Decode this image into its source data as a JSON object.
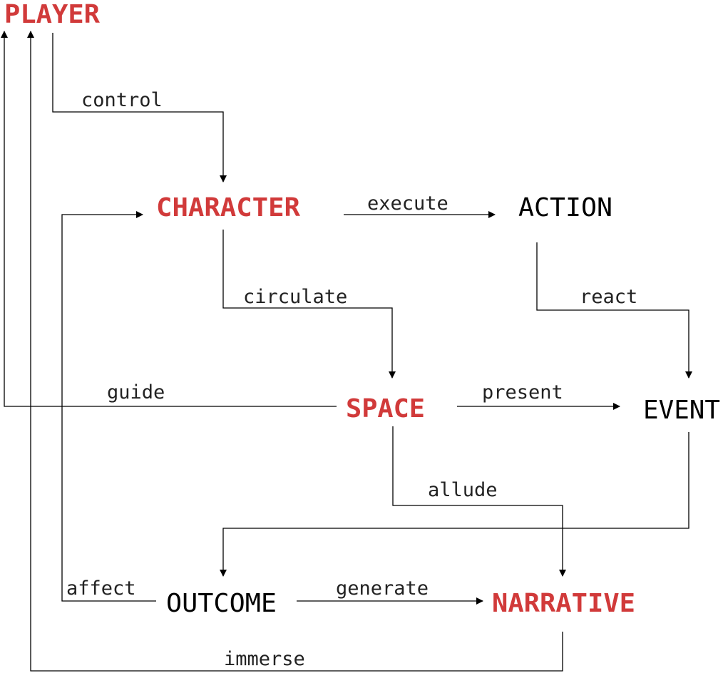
{
  "colors": {
    "accent": "#d13a3a",
    "text": "#000000",
    "line": "#000000"
  },
  "nodes": {
    "player": {
      "label": "PLAYER",
      "accent": true
    },
    "character": {
      "label": "CHARACTER",
      "accent": true
    },
    "action": {
      "label": "ACTION",
      "accent": false
    },
    "space": {
      "label": "SPACE",
      "accent": true
    },
    "event": {
      "label": "EVENT",
      "accent": false
    },
    "outcome": {
      "label": "OUTCOME",
      "accent": false
    },
    "narrative": {
      "label": "NARRATIVE",
      "accent": true
    }
  },
  "edges": {
    "control": {
      "label": "control",
      "from": "PLAYER",
      "to": "CHARACTER"
    },
    "execute": {
      "label": "execute",
      "from": "CHARACTER",
      "to": "ACTION"
    },
    "circulate": {
      "label": "circulate",
      "from": "CHARACTER",
      "to": "SPACE"
    },
    "react": {
      "label": "react",
      "from": "ACTION",
      "to": "EVENT"
    },
    "guide": {
      "label": "guide",
      "from": "SPACE",
      "to": "PLAYER"
    },
    "present": {
      "label": "present",
      "from": "SPACE",
      "to": "EVENT"
    },
    "allude": {
      "label": "allude",
      "from": "SPACE",
      "to": "NARRATIVE"
    },
    "event_outcome": {
      "label": "",
      "from": "EVENT",
      "to": "OUTCOME"
    },
    "affect": {
      "label": "affect",
      "from": "OUTCOME",
      "to": "CHARACTER"
    },
    "generate": {
      "label": "generate",
      "from": "OUTCOME",
      "to": "NARRATIVE"
    },
    "immerse": {
      "label": "immerse",
      "from": "NARRATIVE",
      "to": "PLAYER"
    }
  }
}
